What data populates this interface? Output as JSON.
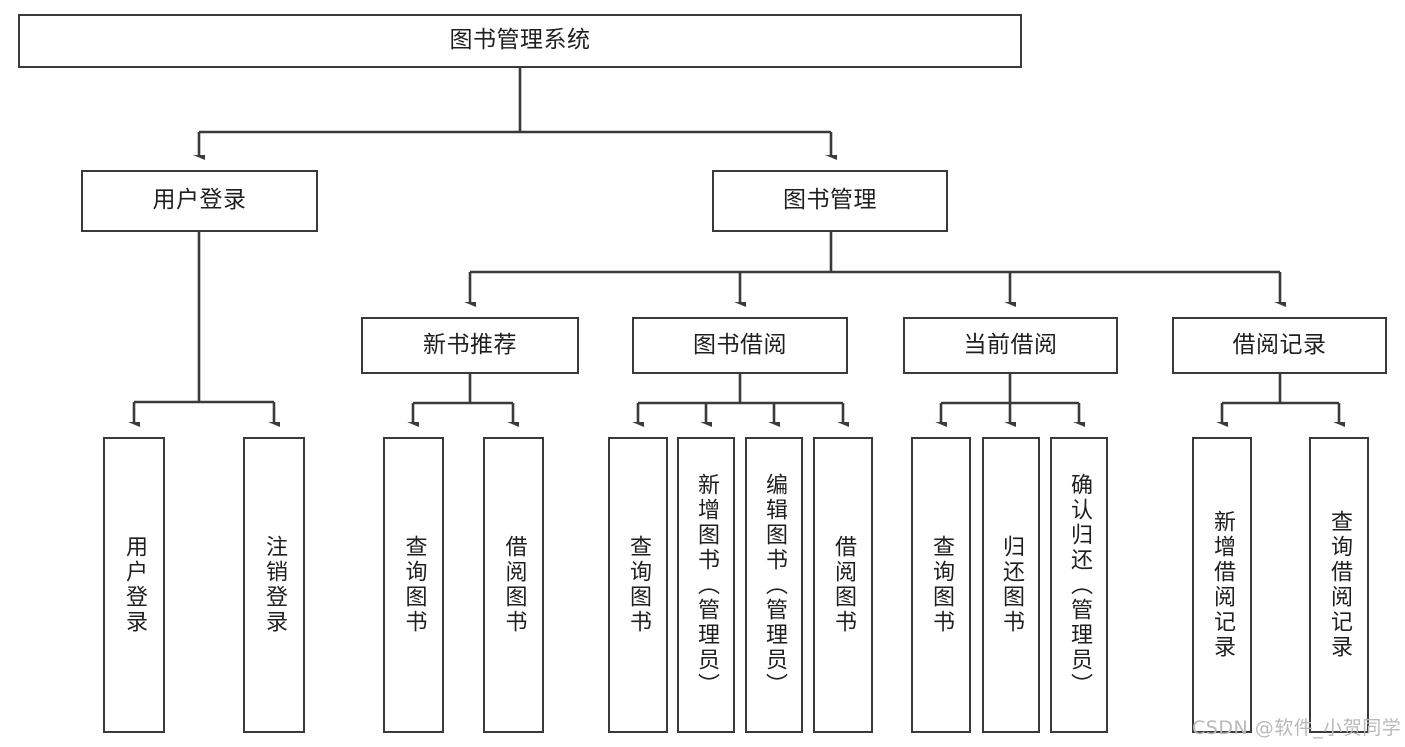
{
  "diagram": {
    "title": "图书管理系统",
    "type": "tree-hierarchy",
    "root": {
      "label": "图书管理系统"
    },
    "level2": [
      {
        "label": "用户登录"
      },
      {
        "label": "图书管理"
      }
    ],
    "level3": [
      {
        "label": "新书推荐"
      },
      {
        "label": "图书借阅"
      },
      {
        "label": "当前借阅"
      },
      {
        "label": "借阅记录"
      }
    ],
    "leaves": {
      "user_login": [
        {
          "label": "用户登录"
        },
        {
          "label": "注销登录"
        }
      ],
      "new_book_recommend": [
        {
          "label": "查询图书"
        },
        {
          "label": "借阅图书"
        }
      ],
      "book_borrow": [
        {
          "label": "查询图书"
        },
        {
          "label": "新增图书（管理员）"
        },
        {
          "label": "编辑图书（管理员）"
        },
        {
          "label": "借阅图书"
        }
      ],
      "current_borrow": [
        {
          "label": "查询图书"
        },
        {
          "label": "归还图书"
        },
        {
          "label": "确认归还（管理员）"
        }
      ],
      "borrow_record": [
        {
          "label": "新增借阅记录"
        },
        {
          "label": "查询借阅记录"
        }
      ]
    }
  },
  "watermark": {
    "text": "CSDN @软件_小贺同学"
  },
  "colors": {
    "stroke": "#3a3a3a",
    "text": "#1f1f1f",
    "background": "#ffffff",
    "watermark": "#b9b9b9"
  }
}
